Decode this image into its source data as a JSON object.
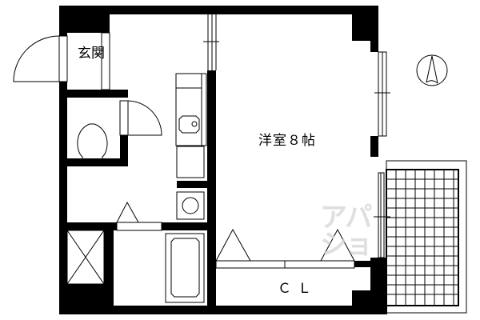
{
  "plan": {
    "rooms": {
      "entrance": "玄関",
      "western_room": "洋室８帖",
      "closet": "ＣＬ"
    },
    "watermark": {
      "line1": "アパ",
      "line2": "ショ"
    },
    "compass": "north-arrow",
    "colors": {
      "wall": "#000000",
      "background": "#ffffff",
      "watermark": "#d8d8d8"
    }
  }
}
